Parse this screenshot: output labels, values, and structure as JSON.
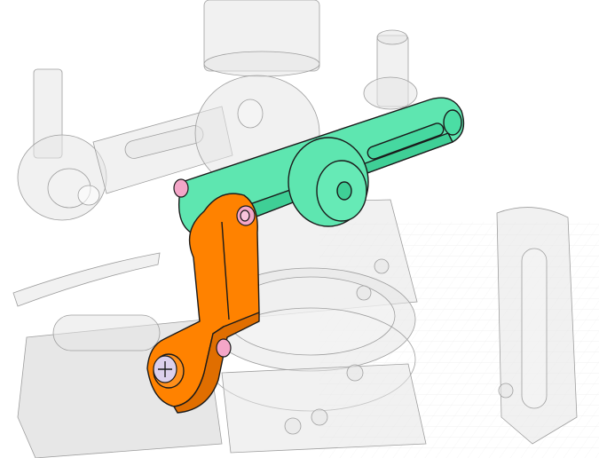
{
  "scene": {
    "background_color": "#ffffff",
    "ghost_line_color": "#9a9a9a",
    "ghost_fill_color": "#e4e4e4",
    "highlighted_parts": [
      {
        "name": "linkage-arm",
        "color": "#5ee6b0"
      },
      {
        "name": "bellcrank",
        "color": "#ff7f00"
      },
      {
        "name": "pivot-pin",
        "color": "#f4a6c8"
      },
      {
        "name": "pivot-screw",
        "color": "#dcd0ec"
      }
    ],
    "labels": []
  }
}
